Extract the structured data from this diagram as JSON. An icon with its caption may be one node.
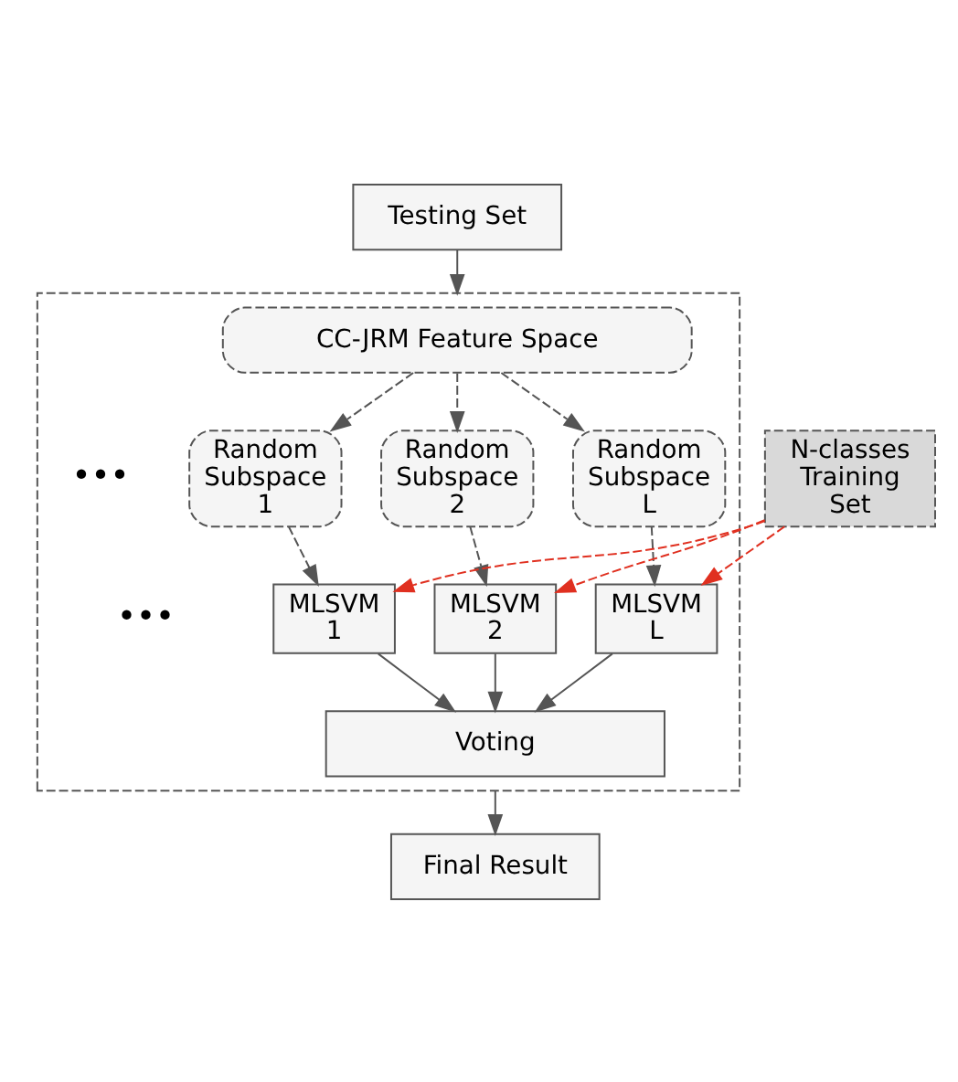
{
  "diagram": {
    "nodes": [
      {
        "text": [
          "Testing Set"
        ]
      },
      {
        "text": [],
        "shape": "box"
      },
      {
        "text": [
          "CC-JRM Feature Space"
        ],
        "in": 1
      },
      {
        "text": [
          "Random Subspace 1"
        ],
        "in": 1
      },
      {
        "text": [
          "Random Subspace 2"
        ],
        "in": 1
      },
      {
        "text": [
          "Random Subspace L"
        ],
        "in": 1
      },
      {
        "text": [
          "N-classes Training Set"
        ]
      },
      {
        "text": [
          "MLSVM 1"
        ],
        "in": 1
      },
      {
        "text": [
          "MLSVM 2"
        ],
        "in": 1
      },
      {
        "text": [
          "MLSVM L"
        ],
        "in": 1
      },
      {
        "text": [
          "Voting"
        ],
        "in": 1
      },
      {
        "text": [
          "Final Result"
        ]
      }
    ],
    "edges": [
      {
        "from": 0,
        "to": 1,
        "arrow": "to"
      },
      {
        "from": 2,
        "to": 3,
        "arrow": "to",
        "style": "dashed"
      },
      {
        "from": 2,
        "to": 4,
        "arrow": "to",
        "style": "dashed"
      },
      {
        "from": 2,
        "to": 5,
        "arrow": "to",
        "style": "dashed"
      },
      {
        "from": 3,
        "to": 7,
        "arrow": "to",
        "style": "dashed"
      },
      {
        "from": 4,
        "to": 8,
        "arrow": "to",
        "style": "dashed"
      },
      {
        "from": 5,
        "to": 9,
        "arrow": "to",
        "style": "dashed"
      },
      {
        "from": 6,
        "to": 7,
        "arrow": "to",
        "style": "dashed",
        "color": "#e03020"
      },
      {
        "from": 6,
        "to": 8,
        "arrow": "to",
        "style": "dashed",
        "color": "#e03020"
      },
      {
        "from": 6,
        "to": 9,
        "arrow": "to",
        "style": "dashed",
        "color": "#e03020"
      },
      {
        "from": 7,
        "to": 10,
        "arrow": "to"
      },
      {
        "from": 8,
        "to": 10,
        "arrow": "to"
      },
      {
        "from": 9,
        "to": 10,
        "arrow": "to"
      },
      {
        "from": 1,
        "to": 11,
        "arrow": "to"
      }
    ],
    "labels": [
      "•••",
      "•••"
    ]
  }
}
